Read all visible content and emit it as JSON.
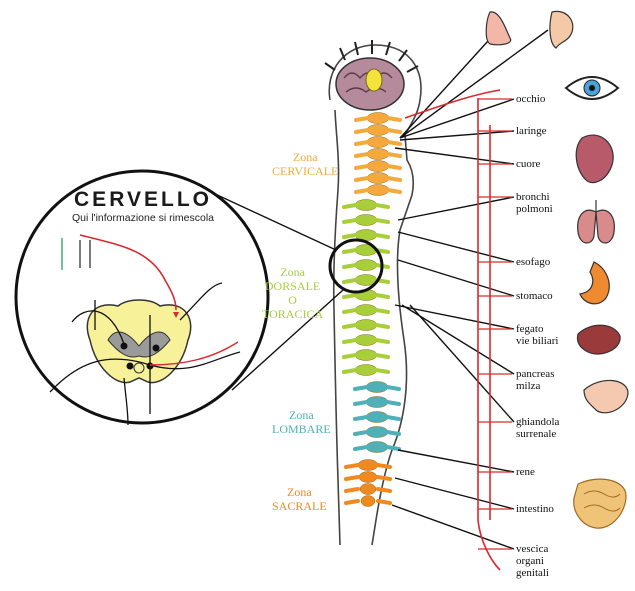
{
  "colors": {
    "cervical": "#f5a83c",
    "dorsal": "#a8cf3a",
    "lumbar": "#4fb0b8",
    "sacral": "#f08a20",
    "nerve_red": "#d9292f",
    "outline": "#333333"
  },
  "zones": [
    {
      "id": "cervicale",
      "lines": [
        "Zona",
        "CERVICALE"
      ],
      "color": "#f5a83c"
    },
    {
      "id": "dorsale",
      "lines": [
        "Zona",
        "DORSALE",
        "O",
        "TORACICA"
      ],
      "color": "#a8cf3a"
    },
    {
      "id": "lombare",
      "lines": [
        "Zona",
        "LOMBARE"
      ],
      "color": "#4fb0b8"
    },
    {
      "id": "sacrale",
      "lines": [
        "Zona",
        "SACRALE"
      ],
      "color": "#f08a20"
    }
  ],
  "inset": {
    "title": "CERVELLO",
    "subtitle": "Qui l'informazione si rimescola"
  },
  "organs": [
    {
      "id": "occhio",
      "lines": [
        "occhio"
      ],
      "icon": "eye-icon"
    },
    {
      "id": "laringe",
      "lines": [
        "laringe"
      ],
      "icon": "larynx-icon"
    },
    {
      "id": "cuore",
      "lines": [
        "cuore"
      ],
      "icon": "heart-icon"
    },
    {
      "id": "bronchi",
      "lines": [
        "bronchi",
        "polmoni"
      ],
      "icon": "lungs-icon"
    },
    {
      "id": "esofago",
      "lines": [
        "esofago"
      ],
      "icon": "esophagus-icon"
    },
    {
      "id": "stomaco",
      "lines": [
        "stomaco"
      ],
      "icon": "stomach-icon"
    },
    {
      "id": "fegato",
      "lines": [
        "fegato",
        "vie biliari"
      ],
      "icon": "liver-icon"
    },
    {
      "id": "pancreas",
      "lines": [
        "pancreas",
        "milza"
      ],
      "icon": "pancreas-icon"
    },
    {
      "id": "ghiandola",
      "lines": [
        "ghiandola",
        "surrenale"
      ],
      "icon": "adrenal-icon"
    },
    {
      "id": "rene",
      "lines": [
        "rene"
      ],
      "icon": "kidney-icon"
    },
    {
      "id": "intestino",
      "lines": [
        "intestino"
      ],
      "icon": "intestine-icon"
    },
    {
      "id": "vescica",
      "lines": [
        "vescica",
        "organi",
        "genitali"
      ],
      "icon": "bladder-icon"
    }
  ],
  "sense_icons": [
    "nose-icon",
    "ear-icon"
  ]
}
